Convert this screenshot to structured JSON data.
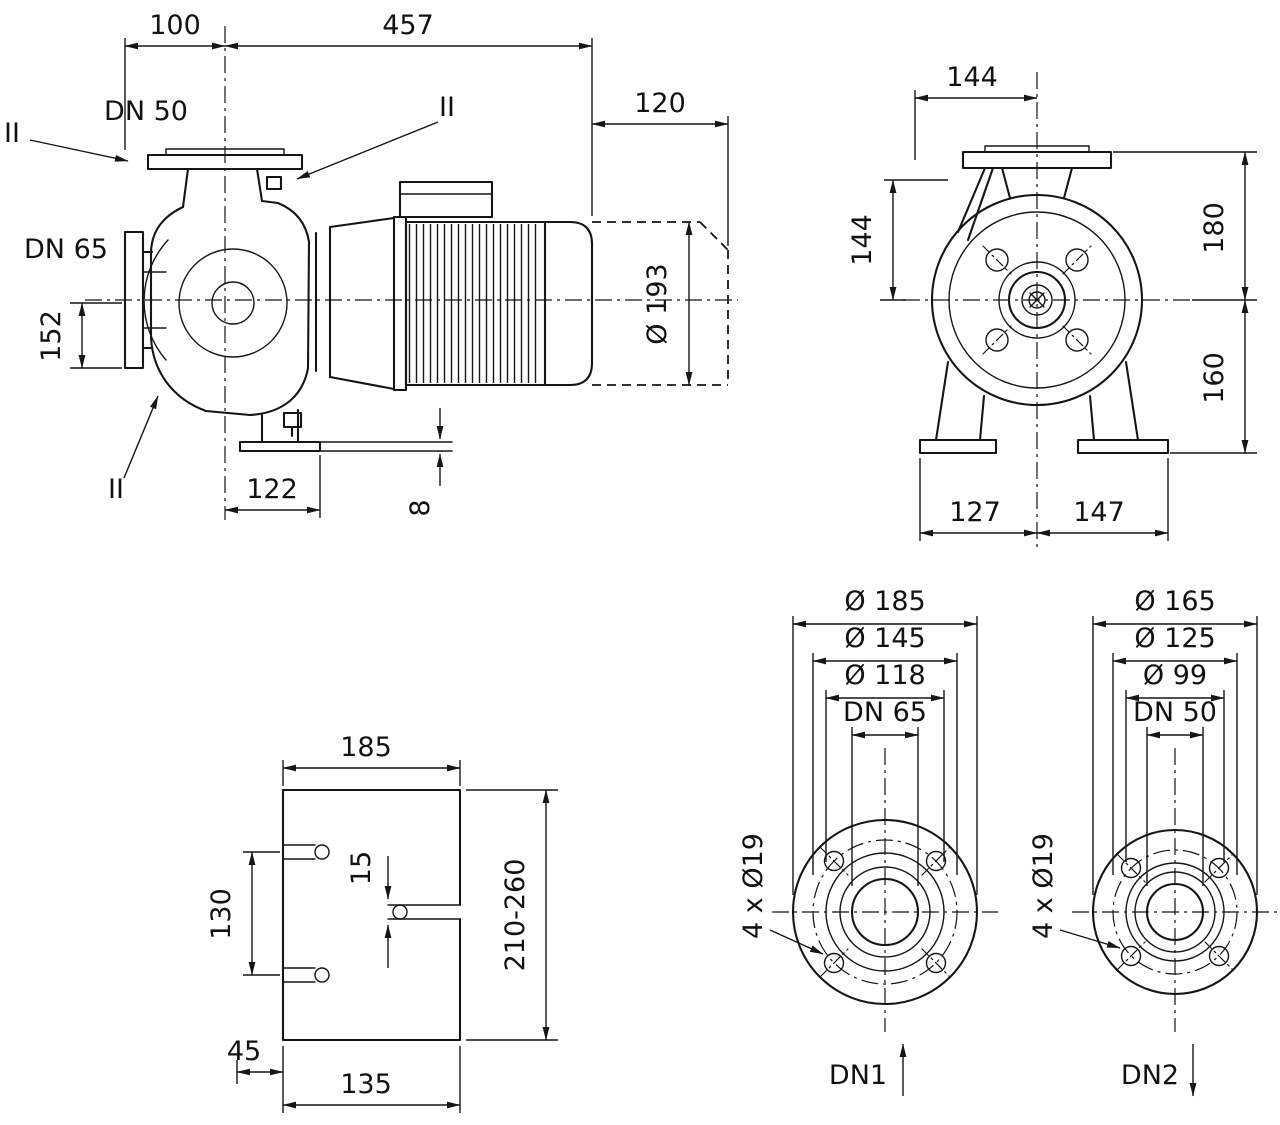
{
  "drawing": {
    "line_color": "#161616",
    "background_color": "#ffffff",
    "side_view": {
      "dim_100": "100",
      "dim_457": "457",
      "dim_120": "120",
      "label_dn50": "DN 50",
      "label_dn65": "DN 65",
      "dim_152": "152",
      "dim_diameter_193": "Ø 193",
      "dim_122": "122",
      "dim_8": "8",
      "section_markers": [
        "II",
        "II",
        "II"
      ]
    },
    "front_view": {
      "dim_width_top": "144",
      "dim_height_left": "144",
      "dim_height_top_right": "180",
      "dim_height_bottom_right": "160",
      "dim_foot_left": "127",
      "dim_foot_right": "147"
    },
    "base_view": {
      "dim_width": "185",
      "dim_slot_spacing": "130",
      "dim_slot_width": "15",
      "dim_height_range": "210-260",
      "dim_edge_offset": "45",
      "dim_slot_to_edge": "135"
    },
    "flange_dn65": {
      "dim_outer_diameter": "Ø 185",
      "dim_bolt_circle": "Ø 145",
      "dim_raised_face": "Ø 118",
      "dim_nominal": "DN 65",
      "dim_bolt_holes": "4 x Ø19",
      "port_label": "DN1"
    },
    "flange_dn50": {
      "dim_outer_diameter": "Ø 165",
      "dim_bolt_circle": "Ø 125",
      "dim_raised_face": "Ø 99",
      "dim_nominal": "DN 50",
      "dim_bolt_holes": "4 x Ø19",
      "port_label": "DN2"
    }
  }
}
